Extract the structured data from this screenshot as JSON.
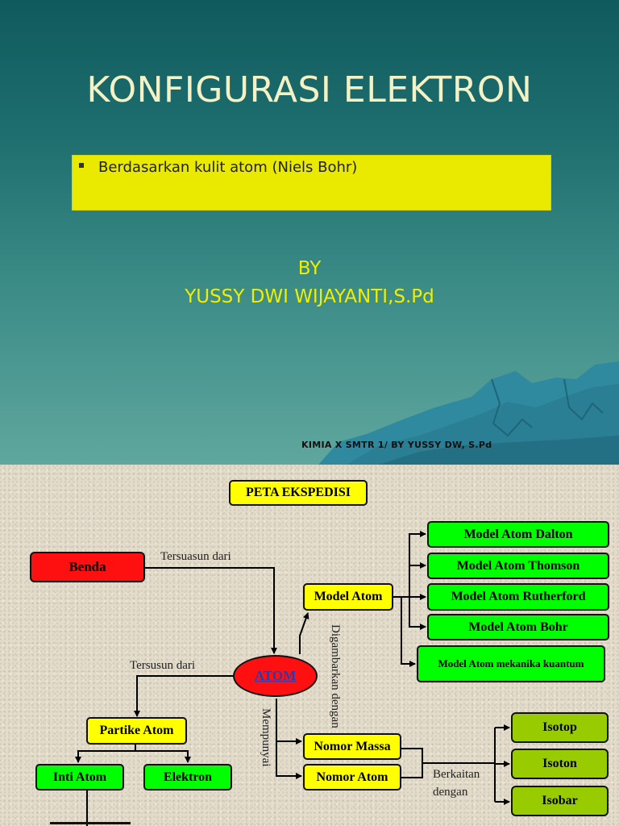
{
  "slide1": {
    "title": "KONFIGURASI ELEKTRON",
    "bullet": "Berdasarkan  kulit atom (Niels Bohr)",
    "by_label": "BY",
    "author": "YUSSY DWI WIJAYANTI,S.Pd",
    "footer": "KIMIA X SMTR 1/ BY YUSSY DW, S.Pd",
    "colors": {
      "background": "#1f6f70",
      "box": "#eaea00",
      "title": "#f4f1c4",
      "author": "#f0ef00"
    }
  },
  "slide2": {
    "title": "PETA EKSPEDISI",
    "nodes": {
      "benda": "Benda",
      "atom": "ATOM",
      "model_atom": "Model Atom",
      "partikel_atom": "Partike Atom",
      "inti_atom": "Inti Atom",
      "elektron": "Elektron",
      "nomor_massa": "Nomor Massa",
      "nomor_atom": "Nomor Atom",
      "models": [
        "Model Atom Dalton",
        "Model Atom Thomson",
        "Model Atom Rutherford",
        "Model Atom Bohr",
        "Model Atom mekanika kuantum"
      ],
      "isotop": "Isotop",
      "isoton": "Isoton",
      "isobar": "Isobar"
    },
    "labels": {
      "tersuasun_dari": "Tersuasun dari",
      "tersusun_dari": "Tersusun dari",
      "digambarkan_dengan": "Digambarkan dengan",
      "mempunyai": "Mempunyai",
      "berkaitan": "Berkaitan",
      "dengan": "dengan"
    },
    "colors": {
      "red": "#ff1010",
      "yellow": "#ffff00",
      "green": "#00ff00",
      "olive": "#99cc00"
    }
  }
}
